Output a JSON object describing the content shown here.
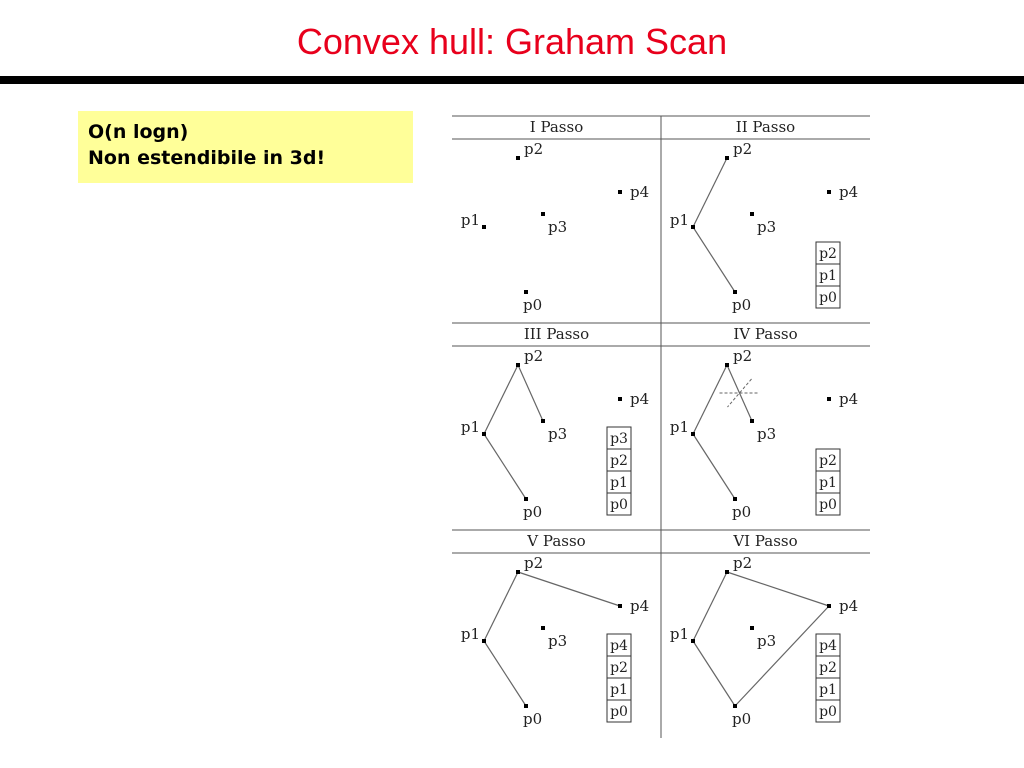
{
  "slide": {
    "title": "Convex hull: Graham Scan"
  },
  "note": {
    "line1": "O(n logn)",
    "line2": "Non estendibile in 3d!"
  },
  "colors": {
    "title": "#e8001c",
    "note_background": "#ffff99",
    "rule": "#000000"
  },
  "diagram": {
    "point_labels": [
      "p0",
      "p1",
      "p2",
      "p3",
      "p4"
    ],
    "steps": [
      {
        "header": "I Passo",
        "hull_path": [],
        "stack": [],
        "rejected_edge": false
      },
      {
        "header": "II Passo",
        "hull_path": [
          "p0",
          "p1",
          "p2"
        ],
        "stack": [
          "p2",
          "p1",
          "p0"
        ],
        "rejected_edge": false
      },
      {
        "header": "III Passo",
        "hull_path": [
          "p0",
          "p1",
          "p2",
          "p3"
        ],
        "stack": [
          "p3",
          "p2",
          "p1",
          "p0"
        ],
        "rejected_edge": false
      },
      {
        "header": "IV Passo",
        "hull_path": [
          "p0",
          "p1",
          "p2",
          "p3"
        ],
        "stack": [
          "p2",
          "p1",
          "p0"
        ],
        "rejected_edge": true
      },
      {
        "header": "V Passo",
        "hull_path": [
          "p0",
          "p1",
          "p2",
          "p4"
        ],
        "stack": [
          "p4",
          "p2",
          "p1",
          "p0"
        ],
        "rejected_edge": false
      },
      {
        "header": "VI Passo",
        "hull_path": [
          "p0",
          "p1",
          "p2",
          "p4",
          "p0"
        ],
        "stack": [
          "p4",
          "p2",
          "p1",
          "p0"
        ],
        "rejected_edge": false
      }
    ]
  }
}
